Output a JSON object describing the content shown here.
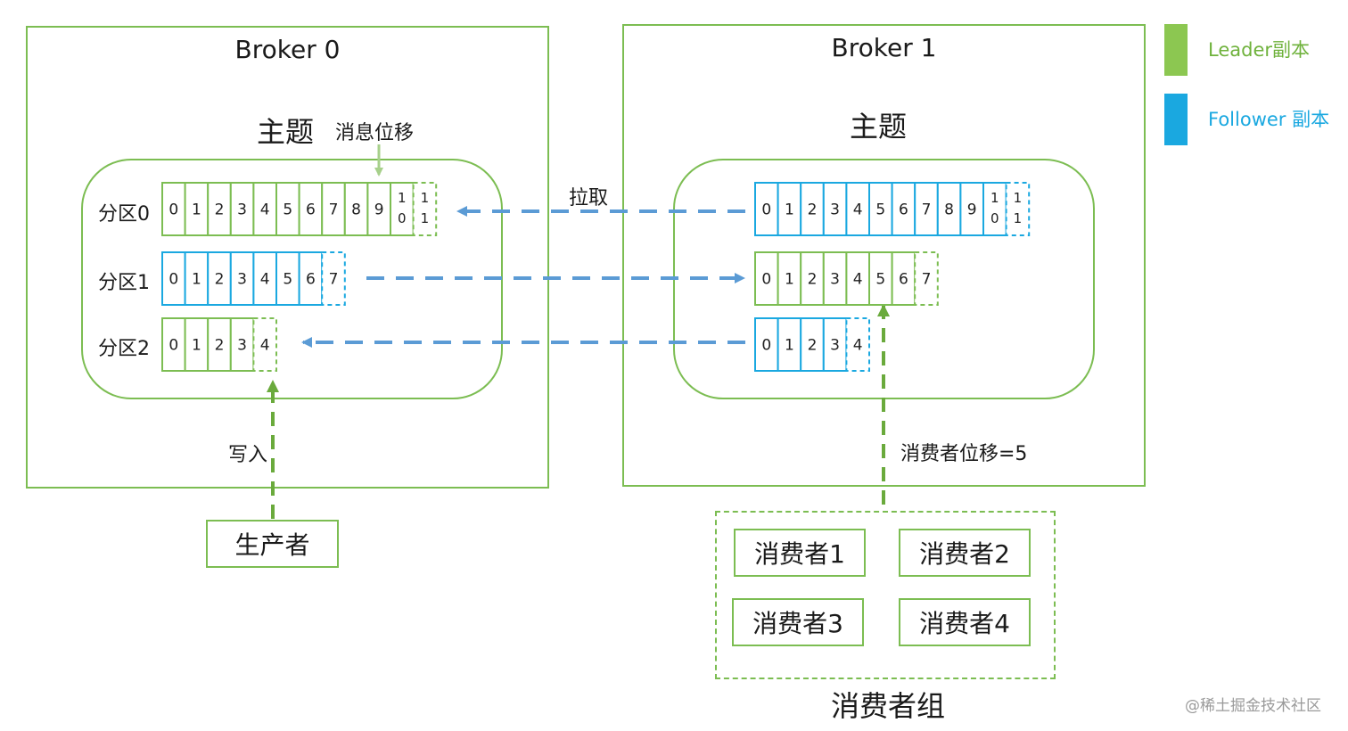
{
  "brokers": [
    {
      "title": "Broker 0",
      "topic": "主题",
      "offset_label": "消息位移",
      "write_label": "写入"
    },
    {
      "title": "Broker 1",
      "topic": "主题",
      "consumer_offset_label": "消费者位移=5"
    }
  ],
  "partitions": [
    "分区0",
    "分区1",
    "分区2"
  ],
  "pull_label": "拉取",
  "producer": "生产者",
  "consumers": [
    "消费者1",
    "消费者2",
    "消费者3",
    "消费者4"
  ],
  "consumer_group": "消费者组",
  "legend": [
    {
      "label": "Leader副本",
      "color": "#8cc751"
    },
    {
      "label": "Follower 副本",
      "color": "#1aa8e0"
    }
  ],
  "colors": {
    "leader": "#7cbd52",
    "follower": "#1aa8e0",
    "arrow_blue": "#5b9bd5",
    "arrow_green": "#6aaa3c",
    "offset_arrow": "#a7d08b"
  },
  "logs": [
    {
      "broker": 0,
      "partition": 0,
      "role": "leader",
      "cells": [
        "0",
        "1",
        "2",
        "3",
        "4",
        "5",
        "6",
        "7",
        "8",
        "9",
        "10"
      ],
      "pending": "11"
    },
    {
      "broker": 0,
      "partition": 1,
      "role": "follower",
      "cells": [
        "0",
        "1",
        "2",
        "3",
        "4",
        "5",
        "6"
      ],
      "pending": "7"
    },
    {
      "broker": 0,
      "partition": 2,
      "role": "leader",
      "cells": [
        "0",
        "1",
        "2",
        "3"
      ],
      "pending": "4"
    },
    {
      "broker": 1,
      "partition": 0,
      "role": "follower",
      "cells": [
        "0",
        "1",
        "2",
        "3",
        "4",
        "5",
        "6",
        "7",
        "8",
        "9",
        "10"
      ],
      "pending": "11"
    },
    {
      "broker": 1,
      "partition": 1,
      "role": "leader",
      "cells": [
        "0",
        "1",
        "2",
        "3",
        "4",
        "5",
        "6"
      ],
      "pending": "7"
    },
    {
      "broker": 1,
      "partition": 2,
      "role": "follower",
      "cells": [
        "0",
        "1",
        "2",
        "3"
      ],
      "pending": "4"
    }
  ],
  "watermark": "@稀土掘金技术社区"
}
